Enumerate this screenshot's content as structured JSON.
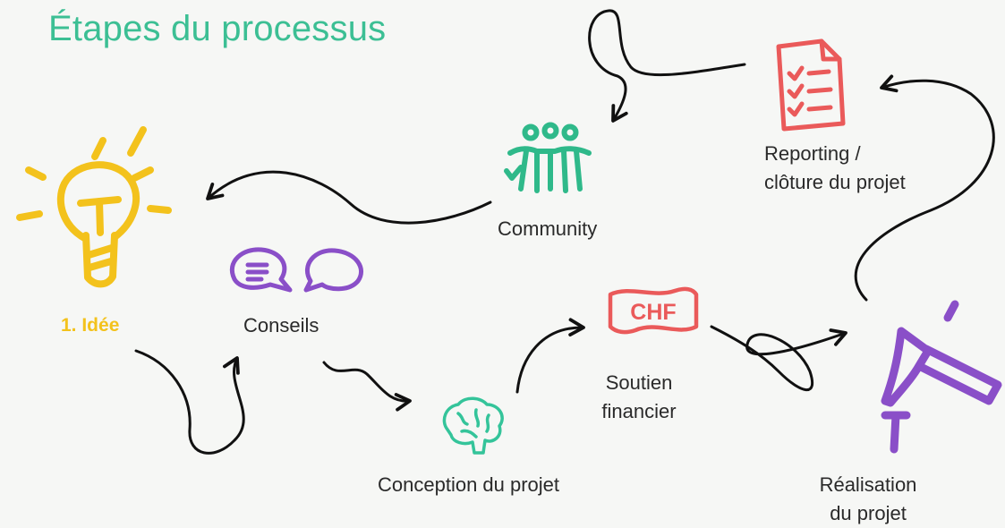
{
  "title": "Étapes du processus",
  "colors": {
    "title": "#3cbf94",
    "idea": "#f3c21c",
    "advice": "#8a4fc8",
    "community": "#2fb98a",
    "design": "#34c49a",
    "funding": "#ea5a5a",
    "reporting": "#ea5a5a",
    "execution": "#8a4fc8",
    "arrows": "#111111"
  },
  "steps": {
    "idee": {
      "label": "1. Idée",
      "icon": "lightbulb-icon"
    },
    "conseils": {
      "label": "Conseils",
      "icon": "speech-bubbles-icon"
    },
    "conception": {
      "label": "Conception du projet",
      "icon": "brain-icon"
    },
    "soutien": {
      "label_line1": "Soutien",
      "label_line2": "financier",
      "icon": "chf-banknote-icon",
      "icon_text": "CHF"
    },
    "realisation": {
      "label_line1": "Réalisation",
      "label_line2": "du projet",
      "icon": "hammer-icon"
    },
    "reporting": {
      "label_line1": "Reporting /",
      "label_line2": "clôture du projet",
      "icon": "checklist-icon"
    },
    "community": {
      "label": "Community",
      "icon": "people-group-icon"
    }
  }
}
